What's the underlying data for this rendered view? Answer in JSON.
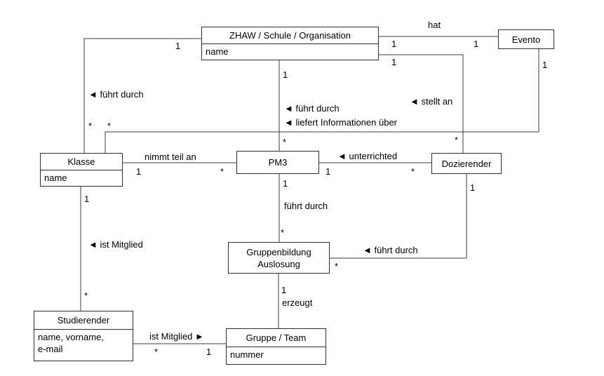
{
  "entities": {
    "zhaw": {
      "title": "ZHAW / Schule / Organisation",
      "attribute": "name"
    },
    "evento": {
      "title": "Evento"
    },
    "klasse": {
      "title": "Klasse",
      "attribute": "name"
    },
    "pm3": {
      "title": "PM3"
    },
    "dozierender": {
      "title": "Dozierender"
    },
    "gruppenbildung": {
      "line1": "Gruppenbildung",
      "line2": "Auslosung"
    },
    "studierender": {
      "title": "Studierender",
      "attr1": "name, vorname,",
      "attr2": "e-mail"
    },
    "gruppe": {
      "title": "Gruppe / Team",
      "attribute": "nummer"
    }
  },
  "associations": {
    "hat": {
      "label": "hat",
      "zhaw": "1",
      "evento": "1"
    },
    "stellt_an": {
      "label": "◄ stellt an",
      "zhaw": "1",
      "dozierender": "*"
    },
    "fuehrt_durch_klasse": {
      "label": "◄ führt durch",
      "zhaw": "1",
      "klasse": "*"
    },
    "fuehrt_durch_pm3": {
      "label": "◄ führt durch",
      "zhaw": "1",
      "pm3": "*"
    },
    "liefert_informationen": {
      "label": "◄ liefert Informationen über",
      "evento": "1",
      "klasse": "*"
    },
    "nimmt_teil_an": {
      "label": "nimmt teil an",
      "klasse": "1",
      "pm3": "*"
    },
    "unterrichted": {
      "label": "◄ unterrichted",
      "pm3": "1",
      "dozierender": "*"
    },
    "fuehrt_durch_gruppenbildung": {
      "label": "führt durch",
      "pm3": "1",
      "gruppenbildung": "*"
    },
    "fuehrt_durch_dozierender": {
      "label": "◄ führt durch",
      "dozierender": "1",
      "gruppenbildung": "*"
    },
    "ist_mitglied_klasse": {
      "label": "◄ ist Mitglied",
      "klasse": "1",
      "studierender": "*"
    },
    "erzeugt": {
      "label": "erzeugt",
      "gruppenbildung": "1"
    },
    "ist_mitglied_gruppe": {
      "label": "ist Mitglied ►",
      "studierender": "*",
      "gruppe": "1"
    }
  }
}
